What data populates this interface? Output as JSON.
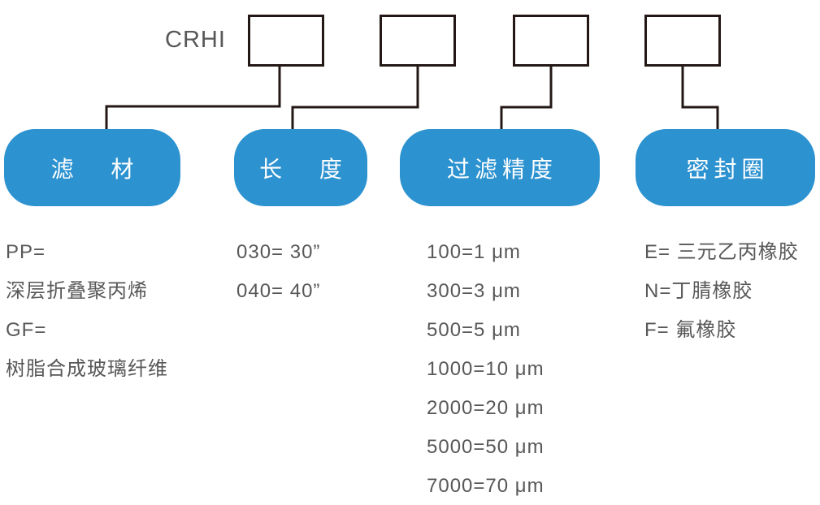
{
  "diagram": {
    "code_prefix": "CRHI",
    "colors": {
      "pill_blue": "#2C92D0",
      "line_dark": "#231815",
      "text_gray": "#595757",
      "pill_text": "#FFFFFF"
    },
    "groups": [
      {
        "label": "滤 材",
        "options": [
          "PP=",
          "深层折叠聚丙烯",
          "GF=",
          "树脂合成玻璃纤维"
        ]
      },
      {
        "label": "长 度",
        "options": [
          "030= 30”",
          "040= 40”"
        ]
      },
      {
        "label": "过滤精度",
        "options": [
          "100=1 μm",
          "300=3 μm",
          "500=5 μm",
          "1000=10 μm",
          "2000=20 μm",
          "5000=50 μm",
          "7000=70 μm"
        ]
      },
      {
        "label": "密封圈",
        "options": [
          "E= 三元乙丙橡胶",
          "N=丁腈橡胶",
          "F= 氟橡胶"
        ]
      }
    ]
  }
}
